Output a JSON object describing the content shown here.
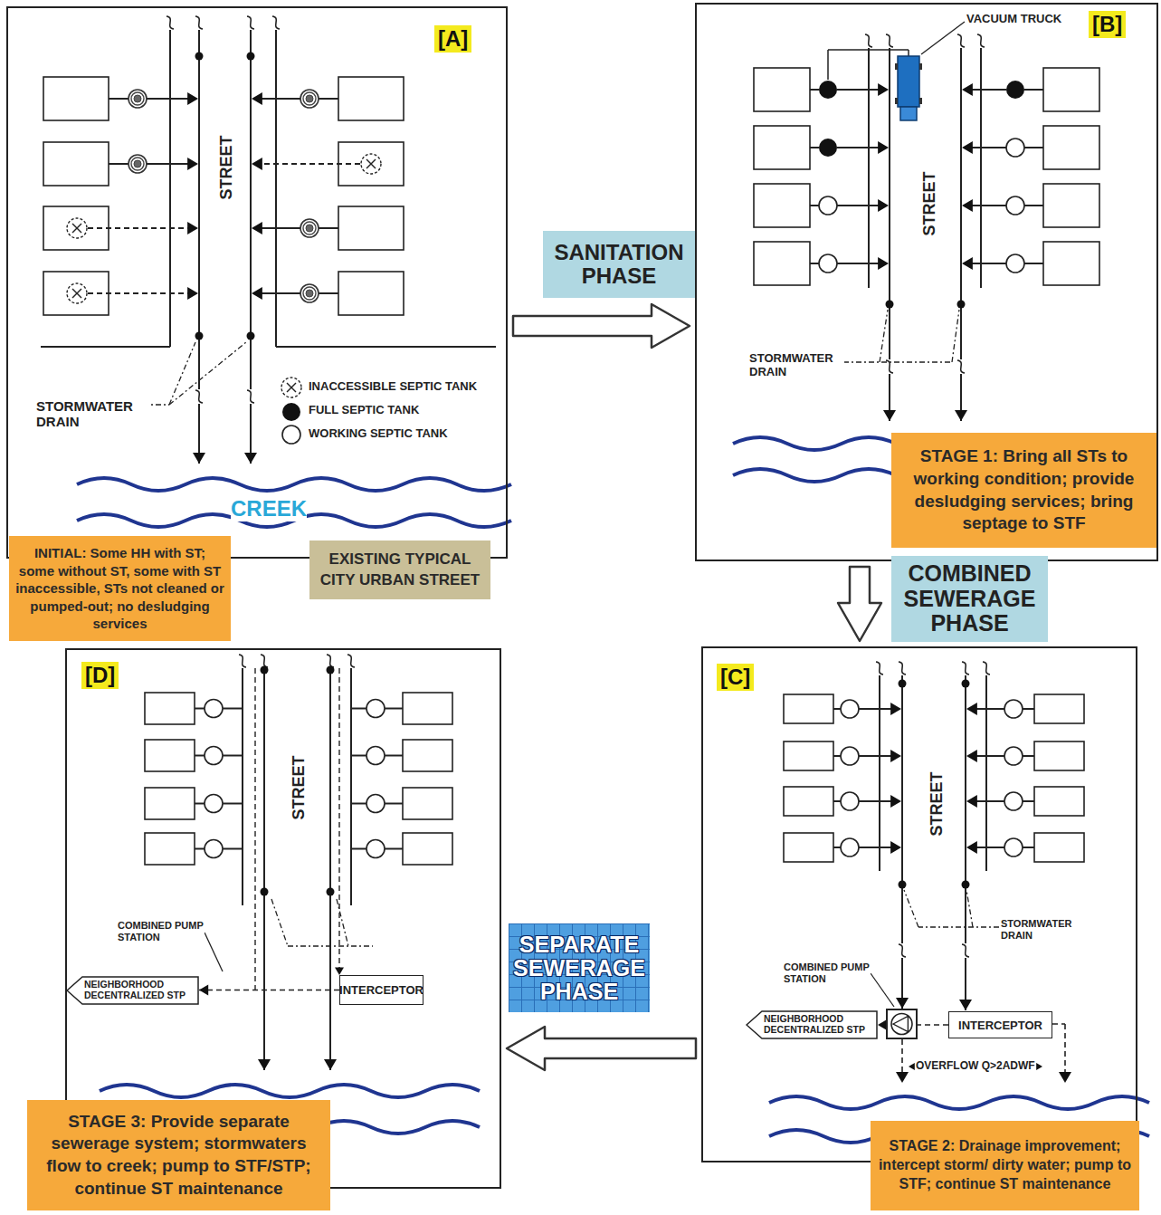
{
  "diagram": {
    "nodes": [
      {
        "text": [
          "[A]"
        ]
      },
      {
        "text": [
          "SANITATION PHASE"
        ]
      },
      {
        "text": [
          "[B]"
        ]
      },
      {
        "text": [
          "STAGE 1: Bring all STs to working condition; provide desludging services; bring septage to STF"
        ],
        "in": 2
      },
      {
        "text": [
          "INITIAL: Some HH with ST; some without ST, some with ST inaccessible, STs not cleaned or pumped-out; no desludging services"
        ]
      },
      {
        "text": [
          "EXISTING TYPICAL CITY URBAN STREET"
        ]
      },
      {
        "text": [
          "COMBINED SEWERAGE PHASE"
        ]
      },
      {
        "text": [
          "[D]"
        ]
      },
      {
        "text": [
          "NEIGHBORHOOD DECENTRALIZED STP"
        ],
        "in": 7
      },
      {
        "text": [
          "INTERCEPTOR"
        ],
        "in": 7
      },
      {
        "text": [
          "SEPARATE SEWERAGE PHASE"
        ]
      },
      {
        "text": [
          "[C]"
        ]
      },
      {
        "text": [
          "NEIGHBORHOOD DECENTRALIZED STP"
        ],
        "in": 11
      },
      {
        "text": [
          "INTERCEPTOR"
        ],
        "in": 11
      },
      {
        "text": [
          "STAGE 3: Provide separate sewerage system; stormwaters flow to creek; pump to STF/STP; continue ST maintenance"
        ]
      },
      {
        "text": [
          "STAGE 2: Drainage improvement; intercept storm/ dirty water; pump to STF; continue ST maintenance"
        ]
      }
    ],
    "edges": [
      {
        "from": 0,
        "to": 2,
        "arrow": "to"
      },
      {
        "from": 2,
        "to": 11,
        "arrow": "to"
      },
      {
        "from": 11,
        "to": 7,
        "arrow": "to"
      },
      {
        "from": 13,
        "to": 12,
        "arrow": "to"
      },
      {
        "from": 9,
        "to": 8,
        "arrow": "to"
      }
    ],
    "labels": [
      "STREET",
      "STORMWATER DRAIN",
      "CREEK",
      "VACUUM TRUCK",
      "STREET",
      "STORMWATER DRAIN",
      "STREET",
      "COMBINED PUMP STATION",
      "STREET",
      "COMBINED PUMP STATION",
      "STORMWATER DRAIN",
      "OVERFLOW Q>2ADWF"
    ],
    "legend": [
      {
        "text": "INACCESSIBLE SEPTIC TANK"
      },
      {
        "text": "FULL SEPTIC TANK"
      },
      {
        "text": "WORKING SEPTIC TANK"
      }
    ]
  }
}
